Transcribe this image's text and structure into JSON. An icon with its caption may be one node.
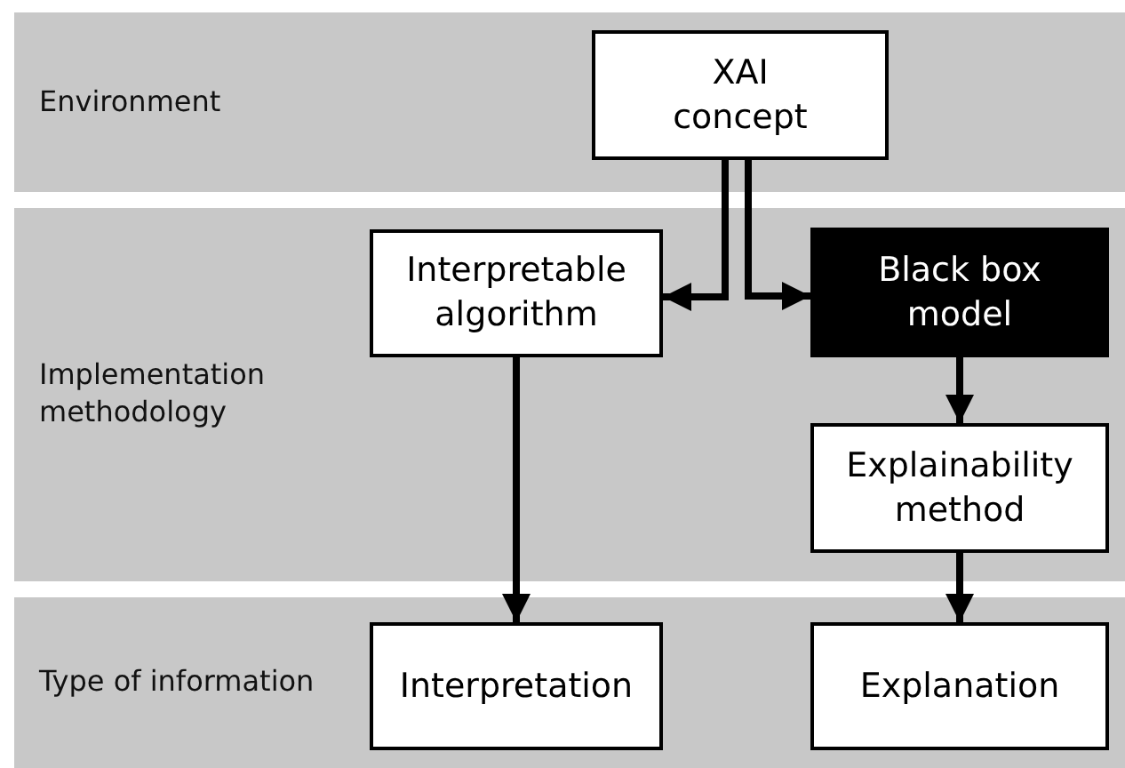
{
  "diagram": {
    "nodes": [
      {
        "text": [
          "Environment"
        ]
      },
      {
        "text": [
          "XAI concept"
        ],
        "in": 0
      },
      {
        "text": [
          "Implementation methodology"
        ]
      },
      {
        "text": [
          "Interpretable algorithm"
        ],
        "in": 2
      },
      {
        "text": [
          "Black box model"
        ],
        "in": 2
      },
      {
        "text": [
          "Explainability method"
        ],
        "in": 2
      },
      {
        "text": [
          "Type of information"
        ]
      },
      {
        "text": [
          "Interpretation"
        ],
        "in": 6
      },
      {
        "text": [
          "Explanation"
        ],
        "in": 6
      }
    ],
    "edges": [
      {
        "from": 1,
        "to": 3,
        "arrow": "to"
      },
      {
        "from": 1,
        "to": 4,
        "arrow": "to"
      },
      {
        "from": 4,
        "to": 5,
        "arrow": "to"
      },
      {
        "from": 3,
        "to": 7,
        "arrow": "to"
      },
      {
        "from": 5,
        "to": 8,
        "arrow": "to"
      }
    ]
  }
}
